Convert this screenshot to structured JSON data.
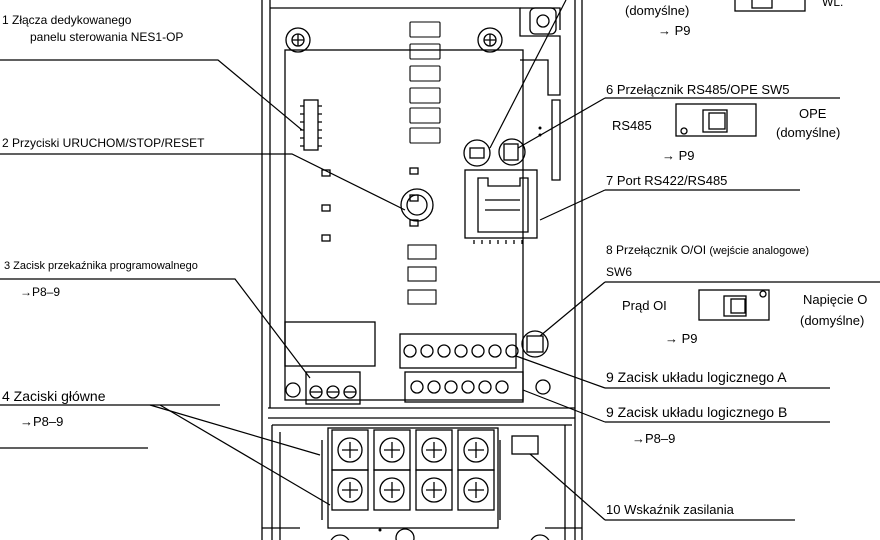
{
  "callouts": {
    "c1_line1": "1 Złącza dedykowanego",
    "c1_line2": "panelu sterowania NES1-OP",
    "c2": "2 Przyciski URUCHOM/STOP/RESET",
    "c3": "3 Zacisk przekaźnika programowalnego",
    "c3_ref": "→P8–9",
    "c4": "4 Zaciski główne",
    "c4_ref": "→P8–9",
    "c5_default": "(domyślne)",
    "c5_ref": "→ P9",
    "c5_partial": "WL.",
    "c6": "6 Przełącznik RS485/OPE SW5",
    "c6_left": "RS485",
    "c6_right": "OPE",
    "c6_default": "(domyślne)",
    "c6_ref": "→ P9",
    "c7": "7 Port RS422/RS485",
    "c8_main": "8 Przełącznik O/OI",
    "c8_sub": "(wejście analogowe)",
    "c8_sw": "SW6",
    "c8_left": "Prąd OI",
    "c8_right": "Napięcie O",
    "c8_default": "(domyślne)",
    "c8_ref": "→ P9",
    "c9a": "9 Zacisk układu logicznego A",
    "c9b": "9 Zacisk układu logicznego B",
    "c9_ref": "→P8–9",
    "c10": "10 Wskaźnik zasilania"
  },
  "icons": [
    "dip-switch-icon",
    "screw-icon",
    "terminal-icon",
    "rj45-port-icon",
    "led-icon"
  ]
}
